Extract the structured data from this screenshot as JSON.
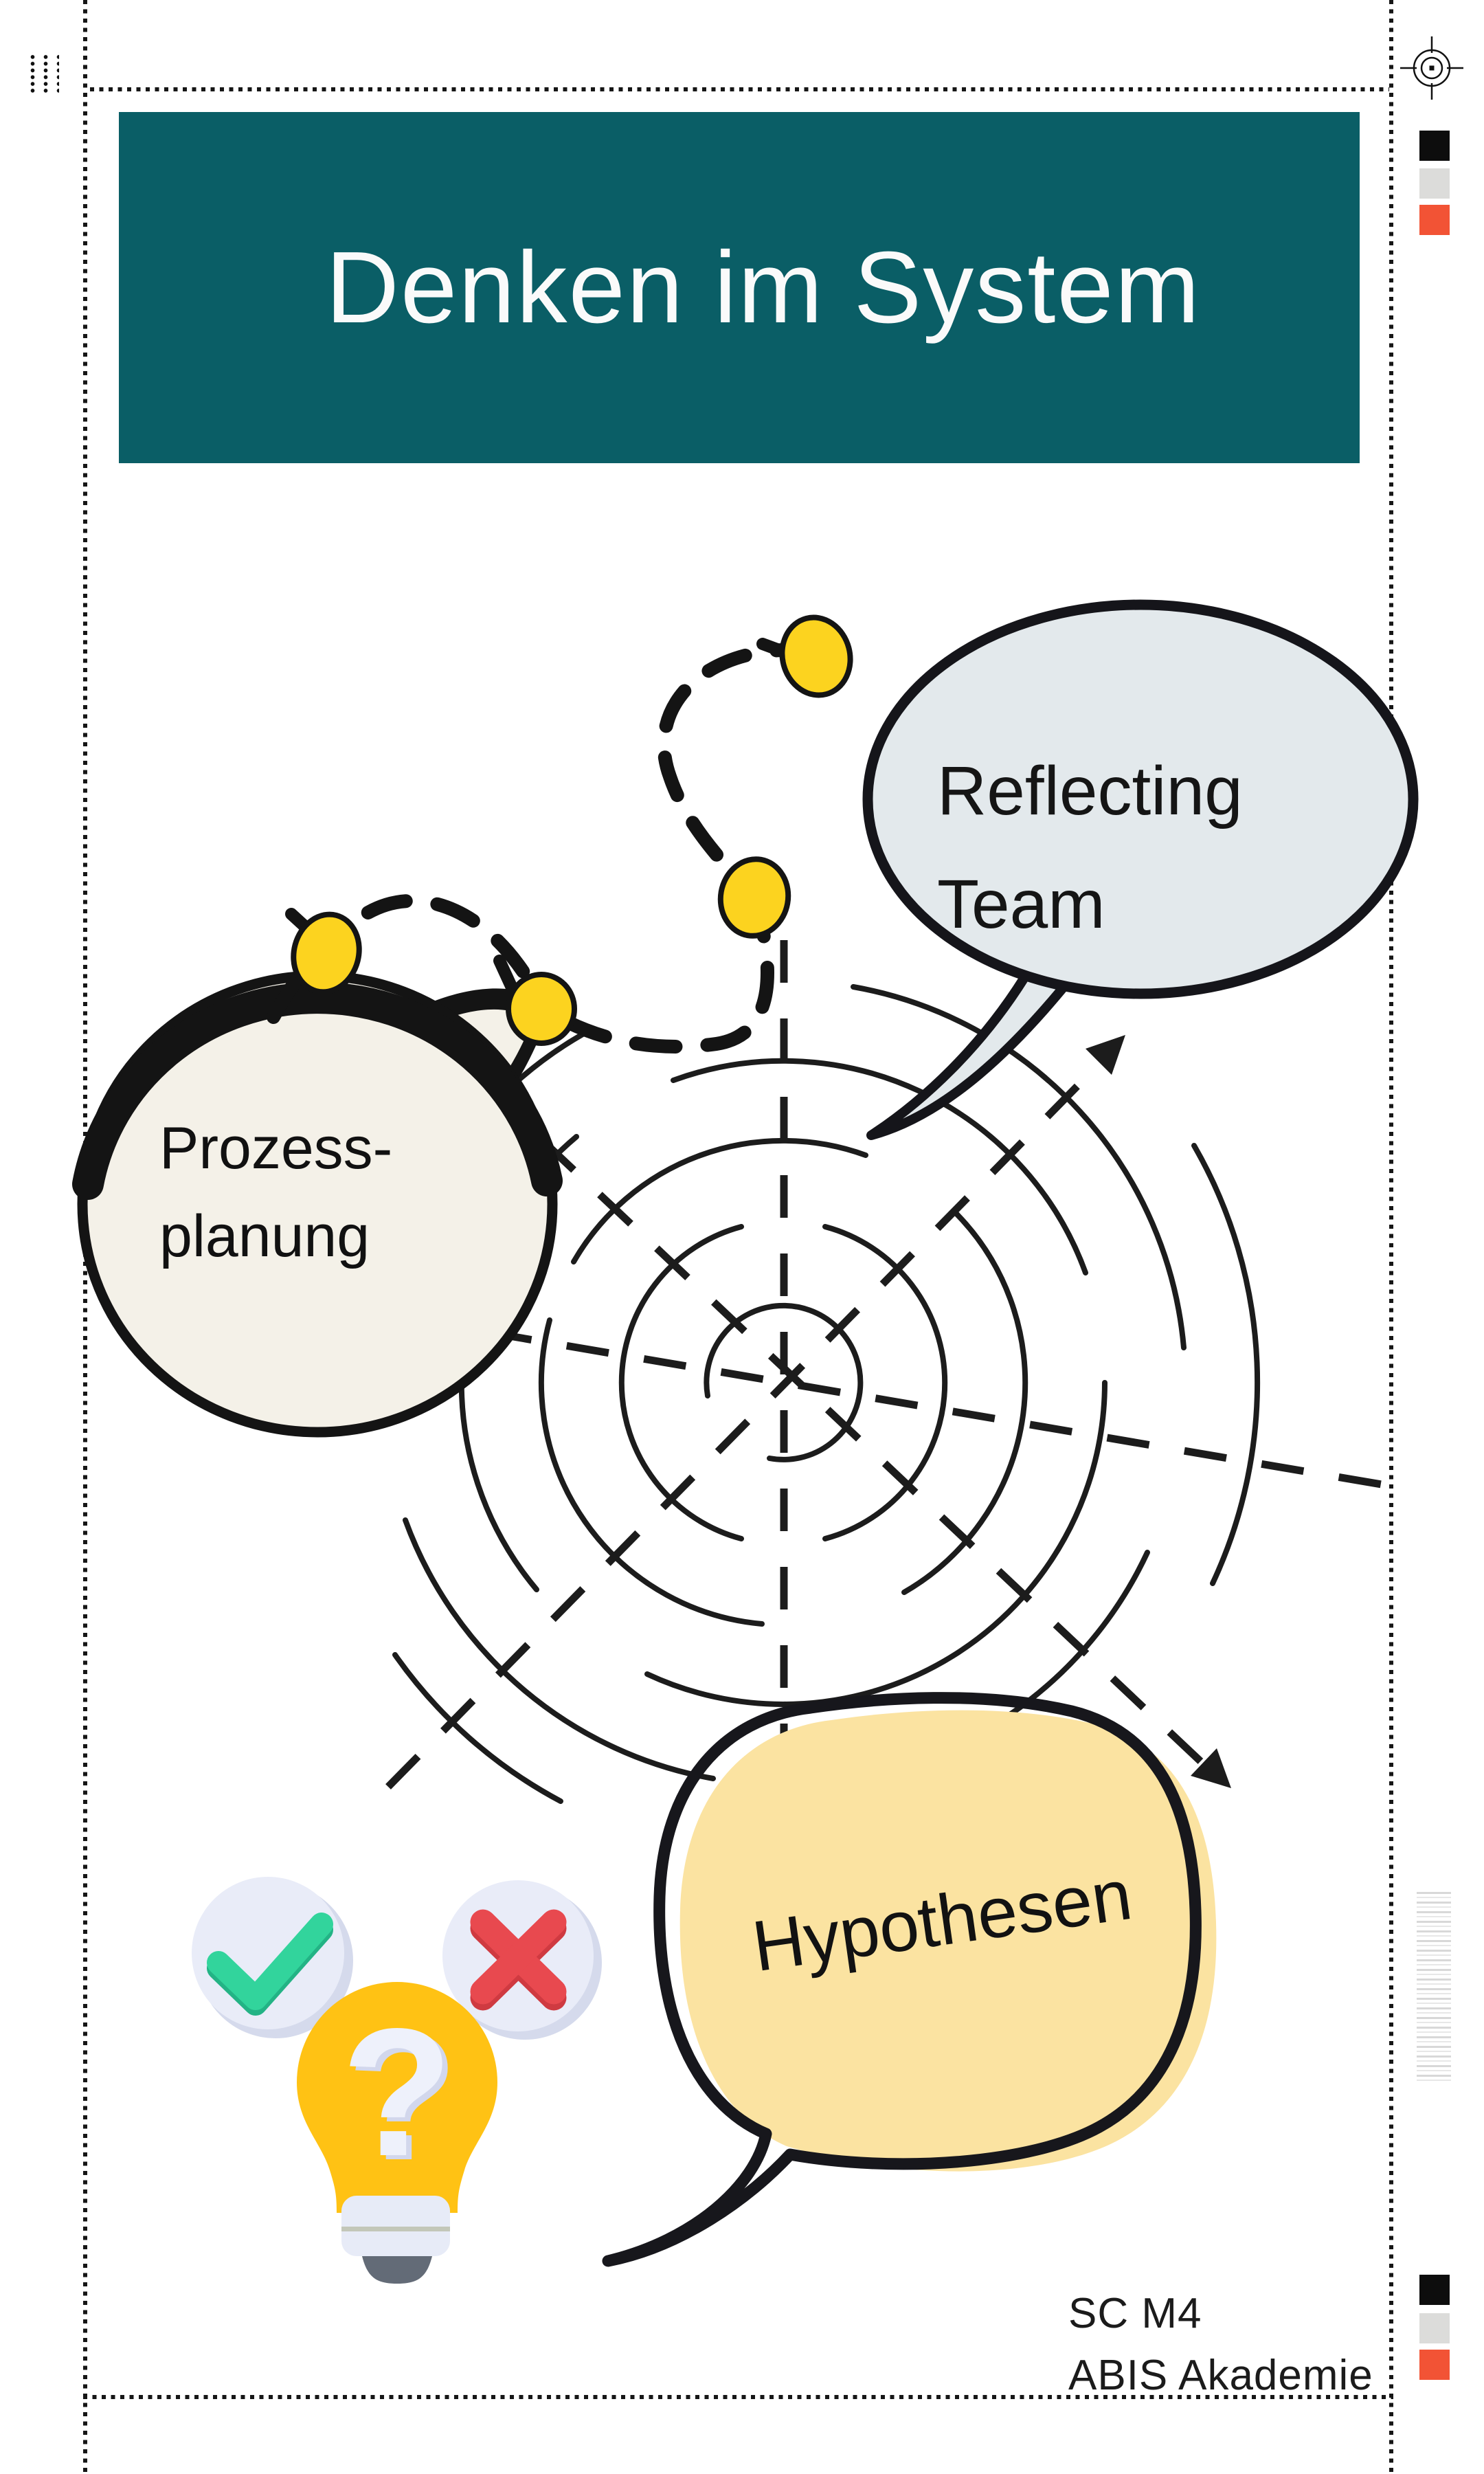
{
  "header": {
    "title": "Denken im System",
    "bg_color": "#0A5E66",
    "text_color": "#FAFAFA"
  },
  "bubbles": {
    "reflecting": {
      "line1": "Reflecting",
      "line2": "Team",
      "fill": "#E3E9EC",
      "outline": "#15151A"
    },
    "prozess": {
      "line1": "Prozess-",
      "line2": "planung",
      "fill": "#F4F1E8",
      "outline": "#141414"
    },
    "hypothesen": {
      "label": "Hypothesen",
      "fill": "#FBE3A1",
      "outline": "#17171C"
    }
  },
  "diagram": {
    "dot_color": "#FCD31F",
    "line_color": "#141414",
    "icon_names": [
      "maze-spiral-icon",
      "dashed-arrow-icon",
      "yellow-dot-icon"
    ]
  },
  "icons": {
    "check_circle": {
      "name": "check-circle-icon",
      "bg": "#E9ECF8",
      "glyph_color": "#32D49C",
      "shade": "#23B385"
    },
    "cross_circle": {
      "name": "x-circle-icon",
      "bg": "#E9ECF8",
      "glyph_color": "#E8494F",
      "shade": "#CF3A41"
    },
    "lightbulb": {
      "name": "lightbulb-question-icon",
      "bulb": "#FFC214",
      "question_mark": "?",
      "qm_color": "#EEF1FB",
      "base": "#E7EBF7",
      "tip": "#636B77"
    }
  },
  "print_marks": {
    "swatch_colors": [
      "#0D0D0D",
      "#DCDCDA",
      "#F25335"
    ],
    "mark_names": [
      "registration-target-icon",
      "barcode",
      "crop-line",
      "drag-dots-icon"
    ]
  },
  "footer": {
    "line1": "SC M4",
    "line2": "ABIS Akademie"
  }
}
